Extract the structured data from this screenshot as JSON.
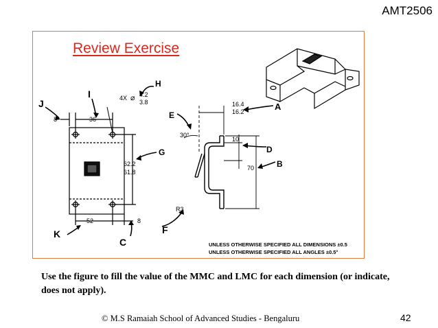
{
  "header": {
    "course_code": "AMT2506"
  },
  "slide": {
    "title": "Review Exercise",
    "instructions": "Use the figure  to fill the value of the MMC and LMC for each dimension (or indicate, does not apply).",
    "footer": "© M.S Ramaiah School of Advanced Studies - Bengaluru",
    "page_number": "42"
  },
  "drawing": {
    "callouts": [
      "A",
      "B",
      "C",
      "D",
      "E",
      "F",
      "G",
      "H",
      "I",
      "J",
      "K"
    ],
    "dims": {
      "hole_count": "4X",
      "hole_symbol": "⌀",
      "hole_max": "4.2",
      "hole_min": "3.8",
      "width_ref": "36",
      "left_ref": "8",
      "height_max": "62.2",
      "height_min": "61.8",
      "bottom_width": "52",
      "bottom_ref": "8",
      "flange_max": "16.4",
      "flange_min": "16.2",
      "offset": "10",
      "overall_height": "70",
      "angle": "30°",
      "radius": "R3"
    },
    "notes": [
      "UNLESS OTHERWISE SPECIFIED ALL DIMENSIONS ±0.5",
      "UNLESS OTHERWISE SPECIFIED ALL ANGLES ±0.5°"
    ]
  }
}
